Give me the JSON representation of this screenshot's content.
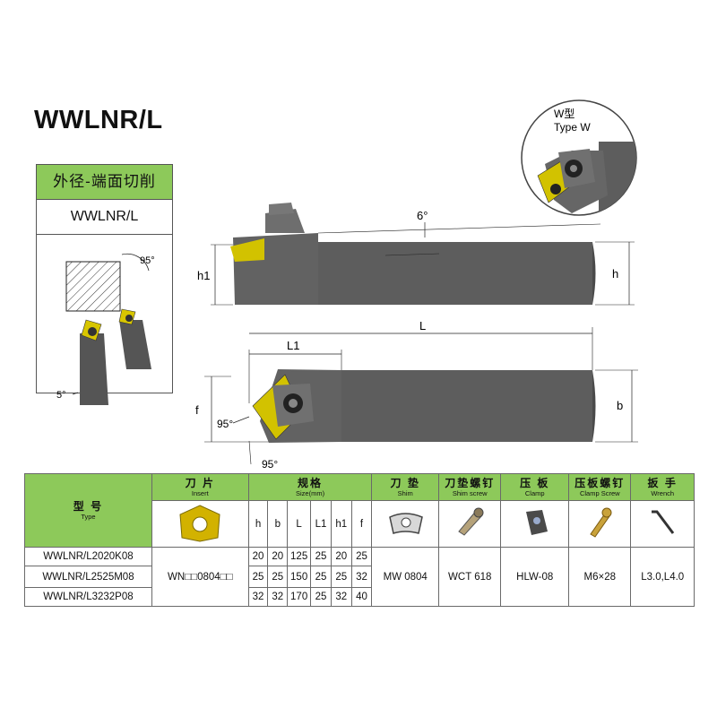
{
  "title": "WWLNR/L",
  "operation": {
    "name": "外径-端面切削",
    "code": "WWLNR/L",
    "angle_top": "95°",
    "angle_bottom": "5°"
  },
  "insert_type": {
    "line1": "W型",
    "line2": "Type W"
  },
  "dims": {
    "six_deg": "6°",
    "h1": "h1",
    "h": "h",
    "L": "L",
    "L1": "L1",
    "f": "f",
    "b": "b",
    "a95a": "95°",
    "a95b": "95°"
  },
  "table": {
    "headers": {
      "type": {
        "cn": "型 号",
        "en": "Type"
      },
      "insert": {
        "cn": "刀 片",
        "en": "Insert"
      },
      "size": {
        "cn": "规格",
        "en": "Size(mm)"
      },
      "shim": {
        "cn": "刀 垫",
        "en": "Shim"
      },
      "shim_screw": {
        "cn": "刀垫螺钉",
        "en": "Shim screw"
      },
      "clamp": {
        "cn": "压 板",
        "en": "Clamp"
      },
      "clamp_screw": {
        "cn": "压板螺钉",
        "en": "Clamp Screw"
      },
      "wrench": {
        "cn": "扳 手",
        "en": "Wrench"
      }
    },
    "size_columns": [
      "h",
      "b",
      "L",
      "L1",
      "h1",
      "f"
    ],
    "rows": [
      {
        "type": "WWLNR/L2020K08",
        "values": [
          "20",
          "20",
          "125",
          "25",
          "20",
          "25"
        ]
      },
      {
        "type": "WWLNR/L2525M08",
        "values": [
          "25",
          "25",
          "150",
          "25",
          "25",
          "32"
        ]
      },
      {
        "type": "WWLNR/L3232P08",
        "values": [
          "32",
          "32",
          "170",
          "25",
          "32",
          "40"
        ]
      }
    ],
    "insert": "WN□□0804□□",
    "shim": "MW 0804",
    "shim_screw": "WCT 618",
    "clamp": "HLW-08",
    "clamp_screw": "M6×28",
    "wrench": "L3.0,L4.0"
  }
}
